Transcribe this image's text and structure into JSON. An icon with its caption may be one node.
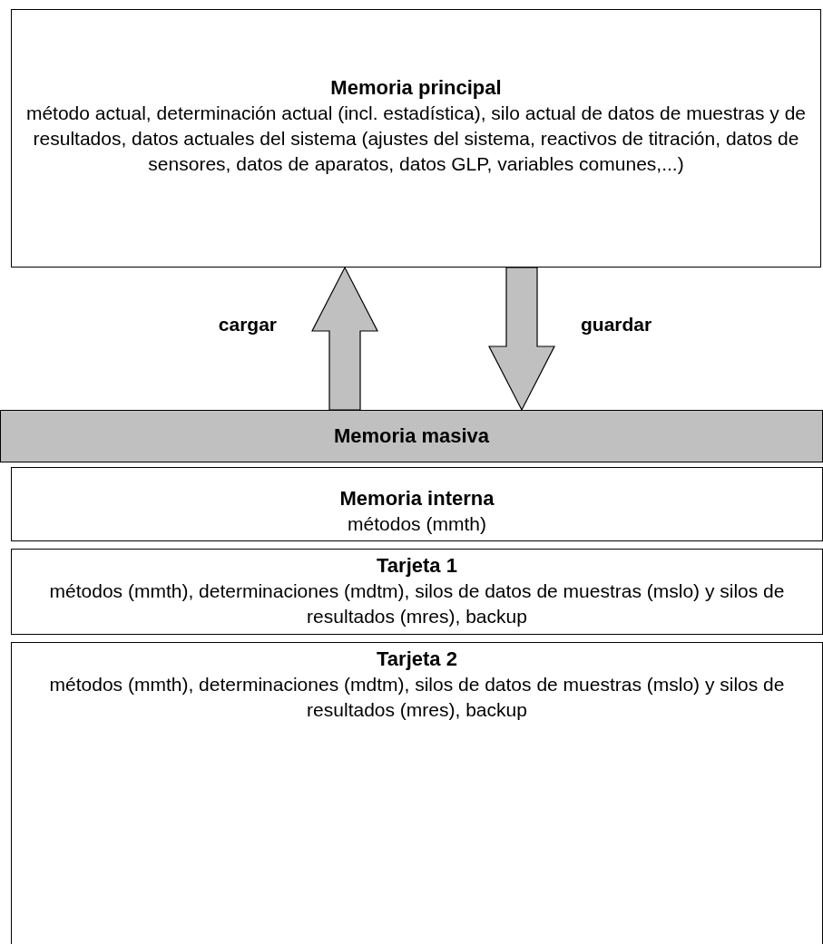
{
  "diagram": {
    "nodes": [
      {
        "text": [
          "Memoria principal",
          "método actual, determinación actual (incl. estadística), silo actual de datos de muestras y de resultados, datos actuales del sistema (ajustes del sistema, reactivos de titración, datos de sensores, datos de aparatos, datos GLP, variables comunes,...)"
        ]
      },
      {
        "text": [
          "Memoria masiva"
        ]
      },
      {
        "text": [
          "Memoria interna",
          "métodos (mmth)"
        ]
      },
      {
        "text": [
          "Tarjeta 1",
          "métodos (mmth), determinaciones (mdtm), silos de datos de muestras (mslo) y silos de resultados (mres), backup"
        ]
      },
      {
        "text": [
          "Tarjeta 2",
          "métodos (mmth), determinaciones (mdtm), silos de datos de muestras (mslo) y silos de resultados (mres), backup"
        ]
      }
    ],
    "edges": [
      {
        "from": 1,
        "to": 0,
        "arrow": "to",
        "label": "cargar"
      },
      {
        "from": 0,
        "to": 1,
        "arrow": "to",
        "label": "guardar"
      }
    ]
  }
}
